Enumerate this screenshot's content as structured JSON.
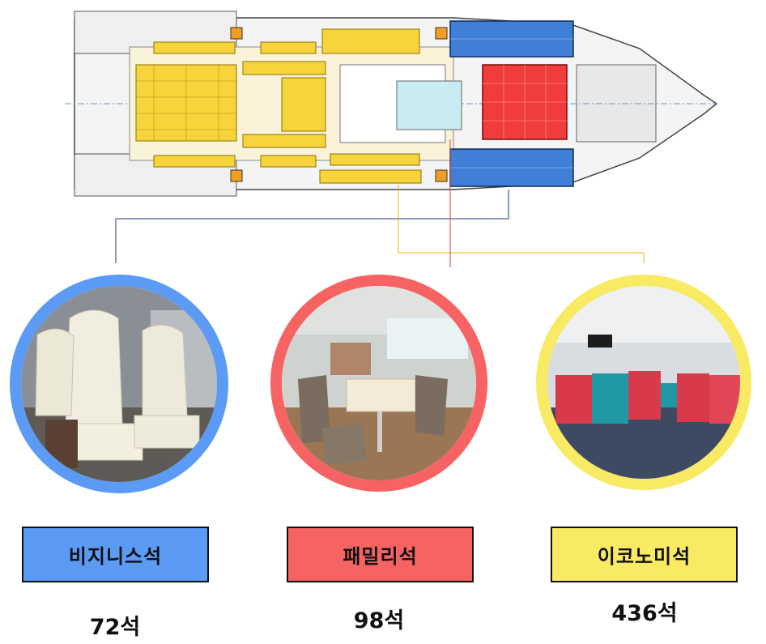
{
  "classes": [
    {
      "id": "business",
      "label": "비지니스석",
      "count": "72석",
      "color": "#5b9bf5"
    },
    {
      "id": "family",
      "label": "패밀리석",
      "count": "98석",
      "color": "#f76262"
    },
    {
      "id": "economy",
      "label": "이코노미석",
      "count": "436석",
      "color": "#f9ea63"
    }
  ]
}
